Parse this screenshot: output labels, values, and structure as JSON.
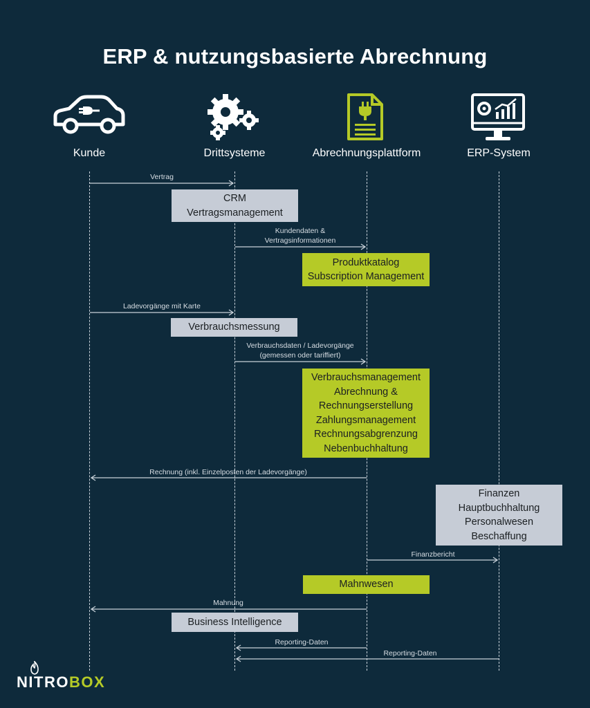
{
  "title": "ERP & nutzungsbasierte Abrechnung",
  "actors": [
    {
      "label": "Kunde",
      "icon": "electric-car-icon"
    },
    {
      "label": "Drittsysteme",
      "icon": "gears-icon"
    },
    {
      "label": "Abrechnungsplattform",
      "icon": "invoice-plug-icon"
    },
    {
      "label": "ERP-System",
      "icon": "monitor-dashboard-icon"
    }
  ],
  "messages": {
    "vertrag": "Vertrag",
    "kundendaten": [
      "Kundendaten &",
      "Vertragsinformationen"
    ],
    "ladevorgaenge": "Ladevorgänge mit Karte",
    "verbrauchsdaten": [
      "Verbrauchsdaten / Ladevorgänge",
      "(gemessen oder tariffiert)"
    ],
    "rechnung": "Rechnung (inkl. Einzelposten der Ladevorgänge)",
    "finanzbericht": "Finanzbericht",
    "mahnung": "Mahnung",
    "reporting1": "Reporting-Daten",
    "reporting2": "Reporting-Daten"
  },
  "boxes": {
    "crm": [
      "CRM",
      "Vertragsmanagement"
    ],
    "produktkatalog": [
      "Produktkatalog",
      "Subscription Management"
    ],
    "verbrauchsmessung": [
      "Verbrauchsmessung"
    ],
    "verbrauchsmanagement": [
      "Verbrauchsmanagement",
      "Abrechnung &",
      "Rechnungserstellung",
      "Zahlungsmanagement",
      "Rechnungsabgrenzung",
      "Nebenbuchhaltung"
    ],
    "finanzen": [
      "Finanzen",
      "Hauptbuchhaltung",
      "Personalwesen",
      "Beschaffung"
    ],
    "mahnwesen": [
      "Mahnwesen"
    ],
    "bi": [
      "Business Intelligence"
    ]
  },
  "colors": {
    "background": "#0e2a3b",
    "accent_green": "#b5ca27",
    "box_gray": "#c6ccd6",
    "line": "#c9d2da"
  },
  "logo": {
    "part1": "NITRO",
    "part2": "BOX",
    "icon": "flame-icon"
  }
}
